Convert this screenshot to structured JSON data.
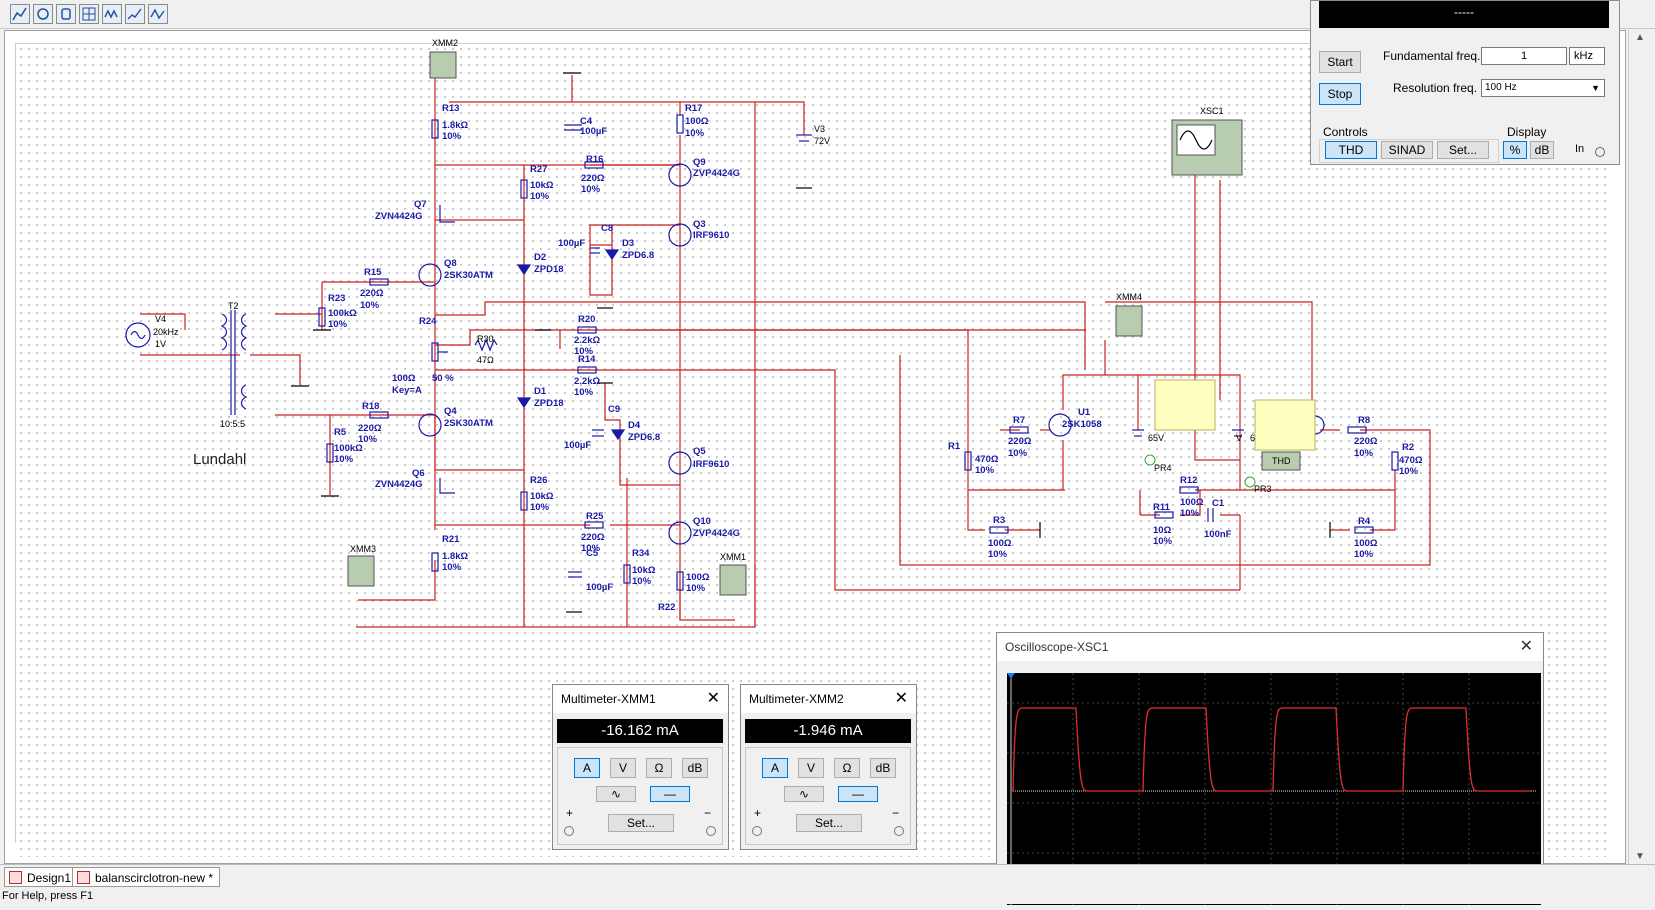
{
  "toolbar": {
    "icons": [
      "grapher-icon",
      "probe-icon",
      "hand-icon",
      "analyzer-icon",
      "wave-icon",
      "plot-icon",
      "chart-icon"
    ]
  },
  "schematic": {
    "title_label": "Lundahl",
    "labels": {
      "xmm2": "XMM2",
      "xmm3": "XMM3",
      "xmm1": "XMM1",
      "xmm4": "XMM4",
      "xsc1": "XSC1",
      "r13": "R13",
      "r13v": "1.8kΩ",
      "r13t": "10%",
      "c4": "C4",
      "c4v": "100µF",
      "r17": "R17",
      "r17v": "100Ω",
      "r17t": "10%",
      "v3": "V3",
      "v3v": "72V",
      "r27": "R27",
      "r27v": "10kΩ",
      "r27t": "10%",
      "r16": "R16",
      "r16v": "220Ω",
      "r16t": "10%",
      "q9": "Q9",
      "q9v": "ZVP4424G",
      "q7": "Q7",
      "q7v": "ZVN4424G",
      "c8": "C8",
      "c8v": "100µF",
      "d3": "D3",
      "d3v": "ZPD6.8",
      "q3": "Q3",
      "q3v": "IRF9610",
      "q8": "Q8",
      "q8v": "2SK30ATM",
      "d2": "D2",
      "d2v": "ZPD18",
      "r15": "R15",
      "r15v": "220Ω",
      "r15t": "10%",
      "r23": "R23",
      "r23v": "100kΩ",
      "r23t": "10%",
      "v4": "V4",
      "v4f": "20kHz",
      "v4v": "1V",
      "t2": "T2",
      "t2r": "10:5:5",
      "r24": "R24",
      "r20": "R20",
      "r20v": "2.2kΩ",
      "r20t": "10%",
      "r30": "R30",
      "r30v": "47Ω",
      "r24v": "100Ω",
      "r24k": "Key=A",
      "r24p": "50 %",
      "r14": "R14",
      "r14v": "2.2kΩ",
      "r14t": "10%",
      "d1": "D1",
      "d1v": "ZPD18",
      "c9": "C9",
      "c9v": "100µF",
      "d4": "D4",
      "d4v": "ZPD6.8",
      "r18": "R18",
      "r18v": "220Ω",
      "r18t": "10%",
      "q4": "Q4",
      "q4v": "2SK30ATM",
      "r5": "R5",
      "r5v": "100kΩ",
      "r5t": "10%",
      "q5": "Q5",
      "q5v": "IRF9610",
      "q6": "Q6",
      "q6v": "ZVN4424G",
      "r26": "R26",
      "r26v": "10kΩ",
      "r26t": "10%",
      "r25": "R25",
      "r25v": "220Ω",
      "r25t": "10%",
      "q10": "Q10",
      "q10v": "ZVP4424G",
      "r21": "R21",
      "r21v": "1.8kΩ",
      "r21t": "10%",
      "c5": "C5",
      "c5v": "100µF",
      "r34": "R34",
      "r34v": "10kΩ",
      "r34t": "10%",
      "r22": "R22",
      "r22v": "100Ω",
      "r22t": "10%",
      "r1": "R1",
      "r1v": "470Ω",
      "r1t": "10%",
      "r7": "R7",
      "r7v": "220Ω",
      "r7t": "10%",
      "u1": "U1",
      "u1v": "2SK1058",
      "v65": "65V",
      "pr4": "PR4",
      "pr3": "PR3",
      "r3": "R3",
      "r3v": "100Ω",
      "r3t": "10%",
      "r11": "R11",
      "r11v": "10Ω",
      "r11t": "10%",
      "r12": "R12",
      "r12v": "100Ω",
      "r12t": "10%",
      "c1": "C1",
      "c1v": "100nF",
      "r8": "R8",
      "r8v": "220Ω",
      "r8t": "10%",
      "r2": "R2",
      "r2v": "470Ω",
      "r2t": "10%",
      "r4": "R4",
      "r4v": "100Ω",
      "r4t": "10%",
      "v_partial": "V",
      "v6_partial": "6",
      "thd": "THD"
    }
  },
  "analyzer": {
    "display": "-----",
    "start_label": "Start",
    "stop_label": "Stop",
    "fundamental_label": "Fundamental freq.",
    "fundamental_value": "1",
    "fundamental_unit": "kHz",
    "resolution_label": "Resolution freq.",
    "resolution_value": "100 Hz",
    "controls_label": "Controls",
    "thd_label": "THD",
    "sinad_label": "SINAD",
    "set_label": "Set...",
    "display_label": "Display",
    "percent_label": "%",
    "db_label": "dB",
    "in_label": "In"
  },
  "multimeter1": {
    "title": "Multimeter-XMM1",
    "reading": "-16.162 mA",
    "mode_a": "A",
    "mode_v": "V",
    "mode_ohm": "Ω",
    "mode_db": "dB",
    "set_label": "Set...",
    "plus": "+",
    "minus": "−"
  },
  "multimeter2": {
    "title": "Multimeter-XMM2",
    "reading": "-1.946 mA",
    "mode_a": "A",
    "mode_v": "V",
    "mode_ohm": "Ω",
    "mode_db": "dB",
    "set_label": "Set...",
    "plus": "+",
    "minus": "−"
  },
  "oscilloscope": {
    "title": "Oscilloscope-XSC1",
    "trace_color": "#e03030",
    "periods": 4
  },
  "tabs": {
    "design1": "Design1",
    "balans": "balanscirclotron-new *"
  },
  "status": {
    "text": "For Help, press F1"
  },
  "colors": {
    "wire": "#cc2222",
    "component": "#1a1aa8",
    "instrument_bg": "#b8ccb0"
  }
}
